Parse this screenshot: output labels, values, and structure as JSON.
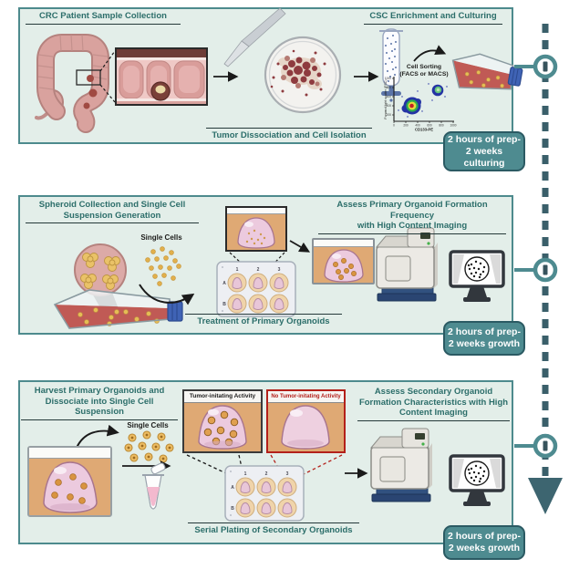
{
  "colors": {
    "panel_bg": "#e3eee9",
    "panel_border": "#4d8a8d",
    "title_text": "#2c6e6a",
    "rule": "#25393a",
    "badge_bg": "#4e8b90",
    "badge_border": "#2b5a63",
    "badge_text": "#ffffff",
    "timeline_dash": "#3a5f6a",
    "timeline_arrow": "#3d6570",
    "node_ring": "#4e8b90",
    "negative_red": "#b3201a",
    "positive_border": "#3a3a3a",
    "matrix_tan": "#dfa974",
    "organoid_pink": "#eccade"
  },
  "panel1": {
    "title_left": "CRC Patient Sample Collection",
    "title_right": "CSC Enrichment and Culturing",
    "bottom_label": "Tumor Dissociation and Cell Isolation",
    "cell_sorting": {
      "line1": "Cell Sorting",
      "line2": "(FACS or MACS)"
    },
    "flow_plot": {
      "ylabel": "Forward light scatter (FSC)",
      "xlabel": "CD133-PE",
      "xticks": [
        "0",
        "200",
        "400",
        "600",
        "800",
        "1000"
      ],
      "yticks": [
        "200",
        "400",
        "600",
        "800",
        "1000"
      ]
    },
    "badge": {
      "line1": "2 hours of prep-",
      "line2": "2 weeks",
      "line3": "culturing"
    }
  },
  "panel2": {
    "title_left": {
      "line1": "Spheroid Collection and Single Cell",
      "line2": "Suspension Generation"
    },
    "title_right": {
      "line1": "Assess Primary Organoid Formation Frequency",
      "line2": "with High Content Imaging"
    },
    "single_cells_label": "Single Cells",
    "bottom_label": "Treatment of Primary Organoids",
    "plate": {
      "cols": [
        "1",
        "2",
        "3"
      ],
      "rows": [
        "A",
        "B"
      ]
    },
    "badge": {
      "line1": "2 hours of prep-",
      "line2": "2 weeks growth"
    }
  },
  "panel3": {
    "title_left": {
      "line1": "Harvest Primary Organoids and",
      "line2": "Dissociate into Single Cell Suspension"
    },
    "title_right": {
      "line1": "Assess Secondary Organoid",
      "line2": "Formation Characteristics with High",
      "line3": "Content Imaging"
    },
    "single_cells_label": "Single Cells",
    "inset_positive_label": "Tumor-initating Activity",
    "inset_negative_label": "No Tumor-initating Activity",
    "bottom_label": "Serial Plating of Secondary Organoids",
    "plate": {
      "cols": [
        "1",
        "2",
        "3"
      ],
      "rows": [
        "A",
        "B"
      ]
    },
    "badge": {
      "line1": "2 hours of prep-",
      "line2": "2 weeks growth"
    }
  }
}
